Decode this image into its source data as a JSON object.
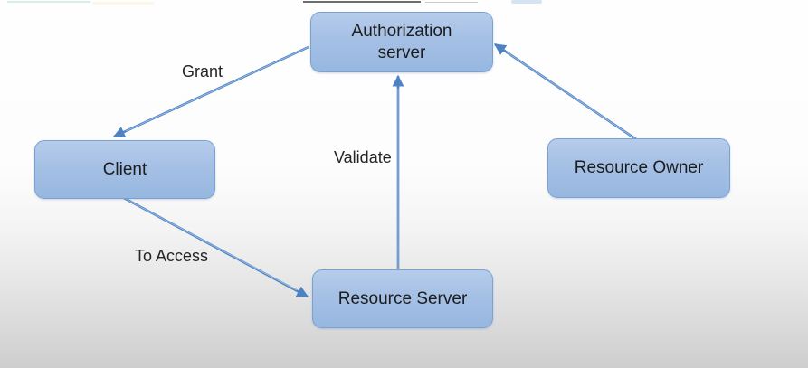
{
  "colors": {
    "node_fill_top": "#b6cceb",
    "node_fill_bottom": "#97b7e0",
    "node_border": "#78a2d6",
    "arrow": "#4f82c2",
    "arrow_core": "#9cc0e8",
    "text": "#1c1c1c",
    "background_top": "#fefefe",
    "background_bottom": "#cecece"
  },
  "diagram": {
    "type": "flow-diagram",
    "nodes": [
      {
        "id": "authorization-server",
        "label": "Authorization server"
      },
      {
        "id": "client",
        "label": "Client"
      },
      {
        "id": "resource-owner",
        "label": "Resource Owner"
      },
      {
        "id": "resource-server",
        "label": "Resource Server"
      }
    ],
    "edges": [
      {
        "from": "authorization-server",
        "to": "client",
        "label": "Grant"
      },
      {
        "from": "resource-server",
        "to": "authorization-server",
        "label": "Validate"
      },
      {
        "from": "resource-owner",
        "to": "authorization-server",
        "label": ""
      },
      {
        "from": "client",
        "to": "resource-server",
        "label": "To Access"
      }
    ]
  }
}
